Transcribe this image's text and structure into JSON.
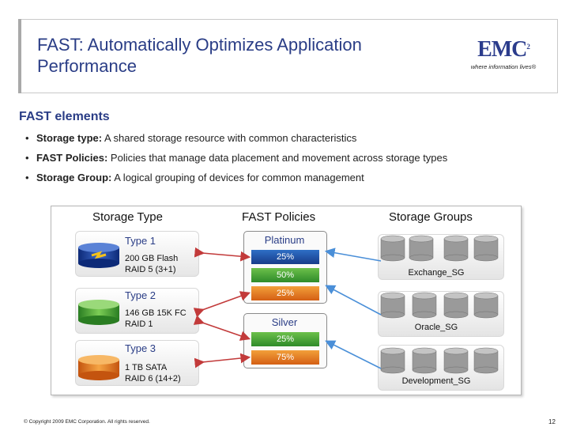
{
  "slide": {
    "title": "FAST: Automatically Optimizes Application Performance",
    "logo": {
      "name": "EMC",
      "superscript": "2",
      "tagline": "where information lives®"
    },
    "section_heading": "FAST elements",
    "bullets": [
      {
        "term": "Storage type:",
        "text": " A shared storage resource with common characteristics"
      },
      {
        "term": "FAST Policies:",
        "text": " Policies that manage data placement and movement across storage types"
      },
      {
        "term": "Storage Group:",
        "text": " A logical grouping of devices for common management"
      }
    ],
    "footer": "© Copyright 2009 EMC Corporation. All rights reserved.",
    "page_number": "12"
  },
  "diagram": {
    "headers": {
      "storage_type": "Storage Type",
      "fast_policies": "FAST Policies",
      "storage_groups": "Storage Groups"
    },
    "storage_types": [
      {
        "label": "Type 1",
        "desc_line1": "200 GB Flash",
        "desc_line2": "RAID 5 (3+1)",
        "color": "#1d3f9a"
      },
      {
        "label": "Type 2",
        "desc_line1": "146 GB 15K FC",
        "desc_line2": "RAID 1",
        "color": "#3aa02e"
      },
      {
        "label": "Type 3",
        "desc_line1": "1 TB SATA",
        "desc_line2": "RAID 6 (14+2)",
        "color": "#e3721c"
      }
    ],
    "policies": [
      {
        "name": "Platinum",
        "tiers": [
          "25%",
          "50%",
          "25%"
        ]
      },
      {
        "name": "Silver",
        "tiers": [
          "25%",
          "75%"
        ]
      }
    ],
    "storage_groups": [
      "Exchange_SG",
      "Oracle_SG",
      "Development_SG"
    ],
    "colors": {
      "title": "#2a3d86",
      "arrow": "#c23a3a",
      "connector": "#4a8fd8",
      "disk_gray": "#8a8a8a"
    }
  }
}
